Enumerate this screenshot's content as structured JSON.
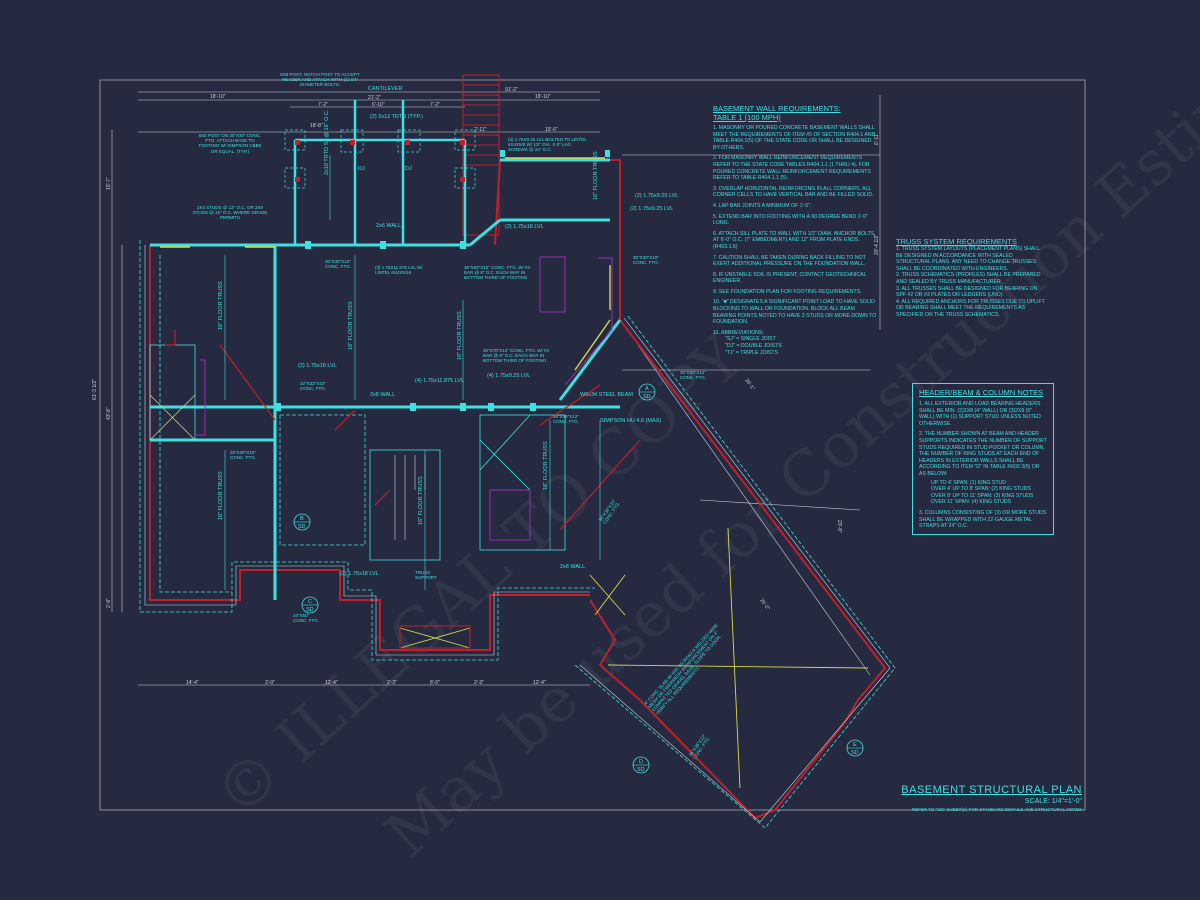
{
  "drawing_title": "BASEMENT STRUCTURAL PLAN",
  "scale": "SCALE: 1/4\"=1'-0\"",
  "reference_note": "REFER TO \"SD\" SHEET(S) FOR STANDARD DETAILS AND STRUCTURAL NOTES",
  "watermark": [
    "© ILLEGAL TO COPY",
    "May be used for Construction Estimation"
  ],
  "wall_notes": {
    "title": "BASEMENT WALL REQUIREMENTS:",
    "subtitle": "TABLE 1 (100 MPH)",
    "items": [
      "1. MASONRY OR POURED CONCRETE BASEMENT WALLS SHALL MEET THE REQUIREMENTS OF ITEM #5 OF SECTION R404.1 AND TABLE R404.1(5) OF THE STATE CODE OR SHALL BE DESIGNED BY OTHERS.",
      "2. FOR MASONRY WALL REINFORCEMENT REQUIREMENTS REFER TO THE STATE CODE TABLES R404.1.1 (1 THRU 4). FOR POURED CONCRETE WALL REINFORCEMENT REQUIREMENTS REFER TO TABLE R404.1.1 (5).",
      "3. OVERLAP HORIZONTAL REINFORCING IN ALL CORNERS. ALL CORNER CELLS TO HAVE VERTICAL BAR AND BE FILLED SOLID.",
      "4. LAP BAR JOINTS A MINIMUM OF 1'-6\".",
      "5. EXTEND BAR INTO FOOTING WITH A 90 DEGREE BEND 1'-0\" LONG.",
      "6. ATTACH SILL PLATE TO WALL WITH 1/2\" DIAM. ANCHOR BOLTS AT 6'-0\" O.C. (7\" EMBEDMENT) AND 12\" FROM PLATE ENDS. (R403.1.6)",
      "7. CAUTION SHALL BE TAKEN DURING BACK FILLING TO NOT EXERT ADDITIONAL PRESSURE ON THE FOUNDATION WALL.",
      "8. IF UNSTABLE SOIL IS PRESENT, CONTACT GEOTECHNICAL ENGINEER.",
      "9. SEE FOUNDATION PLAN FOR FOOTING REQUIREMENTS.",
      "10. \"■\" DESIGNATES A SIGNIFICANT POINT LOAD TO HAVE SOLID BLOCKING TO WALL OR FOUNDATION. BLOCK ALL BEAM BEARING POINTS NOTED TO HAVE 3 STUDS OR MORE DOWN TO FOUNDATION.",
      "11. ABBREVIATIONS:"
    ],
    "abbreviations": [
      "\"SJ\" = SINGLE JOIST",
      "\"DJ\" = DOUBLE JOISTS",
      "\"TJ\" = TRIPLE JOISTS"
    ]
  },
  "truss_notes": {
    "title": "TRUSS SYSTEM REQUIREMENTS",
    "items": [
      "1. TRUSS SYSTEM LAYOUTS (PLACEMENT PLANS) SHALL BE DESIGNED IN ACCORDANCE WITH SEALED STRUCTURAL PLANS. ANY NEED TO CHANGE TRUSSES SHALL BE COORDINATED WITH ENGINEERS.",
      "2. TRUSS SCHEMATICS (PROFILES) SHALL BE PREPARED AND SEALED BY TRUSS MANUFACTURER.",
      "3. ALL TRUSSES SHALL BE DESIGNED FOR BEARING ON SPF #2 OR #3 PLATES OR LEDGERS (UNO).",
      "4. ALL REQUIRED ANCHORS FOR TRUSSES DUE TO UPLIFT OR BEARING SHALL MEET THE REQUIREMENTS AS SPECIFIED ON THE TRUSS SCHEMATICS."
    ]
  },
  "header_notes": {
    "title": "HEADER/BEAM & COLUMN NOTES",
    "items": [
      "1. ALL EXTERIOR AND LOAD BEARING HEADERS SHALL BE MIN. (2)2x8 (4\" WALL) OR (3)2x8 (6\" WALL) WITH (1) SUPPORT STUD UNLESS NOTED OTHERWISE.",
      "2. THE NUMBER SHOWN AT BEAM AND HEADER SUPPORTS INDICATES THE NUMBER OF SUPPORT STUDS REQUIRED IN STUD POCKET OR COLUMN. THE NUMBER OF KING STUDS AT EACH END OF HEADERS IN EXTERIOR WALLS SHALL BE ACCORDING TO ITEM \"d\" IN TABLE R602.3(5) OR AS BELOW:"
    ],
    "bullets": [
      "UP TO 4' SPAN: (1) KING STUD",
      "OVER 4' UP TO 8' SPAN: (2) KING STUDS",
      "OVER 8' UP TO 11' SPAN: (3) KING STUDS",
      "OVER 11' SPAN: (4) KING STUDS"
    ],
    "item3": "3. COLUMNS CONSISTING OF (3) OR MORE STUDS SHALL BE WRAPPED WITH 22-GAUGE METAL STRAPS AT 24\" O.C."
  },
  "dimensions": {
    "top": [
      "18'-10\"",
      "91'-2\"",
      "18'-10\"",
      "21'-2\"",
      "7'-2\"",
      "6'-10\"",
      "7'-2\"",
      "15'-6\"",
      "2'-11\"",
      "18'-8\""
    ],
    "bottom": [
      "14'-4\"",
      "3'-0\"",
      "12'-4\"",
      "2'-3\"",
      "8'-0\"",
      "2'-3\"",
      "12'-4\""
    ],
    "left": [
      "15'-7\"",
      "43'-8\"",
      "61'-3 1/2\"",
      "2'-6\""
    ],
    "right": [
      "6'-11\"",
      "20'-4 1/2\""
    ],
    "garage": [
      "23'-8\"",
      "25'-2\"",
      "26'-1\""
    ]
  },
  "labels": [
    "8x8 POST, NOTCH POST TO ACCEPT HEADER AND ATTACH WITH (2) 3/4\" DIAMETER BOLTS.",
    "CANTILEVER",
    "(2) 2x12 TRTD (TYP.)",
    "8x8 POST ON 30\"x30\" CONC. FTG. ATTACH BASE TO FOOTING w/ SIMPSON CBB8 OR EQUAL. (TYP.)",
    "2x4 STUDS @ 12\" O.C. OR 2x6 STUDS @ 16\" O.C. WHERE GRADE PERMITS",
    "2x6 WALL",
    "(3) 1.75x9.25 LVL BOLTED TO LINTEL 6x4x5/8 w/ 1/2\" DIA. x 5\" LAG SCREWS @ 24\" O.C.",
    "(2) 1.75x9.25 LVL",
    "(2) 1.75x18 LVL",
    "30\"x30\"x10\" CONC. FTG.",
    "(3) 1.75x11.875 LVL w/ LINTEL 6x4x5/16",
    "36\"x60\"x12\" CONC. FTG. w/ #4 BAR @ 8\" O.C. EACH WAY IN BOTTOM THIRD OF FOOTING",
    "30\"x30\"x10\" CONC. FTG.",
    "(2) 1.75x18 LVL",
    "32\"x32\"x10\" CONC. FTG.",
    "2x8 WALL",
    "(4) 1.75x11.875 LVL",
    "36\"x70\"x12\" CONC. FTG. w/ #4 BAR @ 8\" O.C. EACH WAY IN BOTTOM THIRD OF FOOTING",
    "(4) 1.75x9.25 LVL",
    "W6x34 STEEL BEAM",
    "SIMPSON HU 4.6 (MAX)",
    "36\"x36\"x12\" CONC. FTG.",
    "30\"x30\"x10\" CONC. FTG.",
    "(2) 1.75x18 LVL",
    "TRUSS SUPPORT",
    "24\"x50\" CONC. FTG.",
    "30\"x30\"x12\" CONC. FTG.",
    "4\" CONC. SLAB W/ 6x6 W2.9xW2.9 WELDED WIRE MESH OR FIBERMESH REINFORCEMENT ON 4\" COMPACTED GRAVEL BASE. SLOPE TO DOOR. VERIFY ALL REQUIREMENTS.",
    "2x6 WALL",
    "(2) 1.75x9.25 LVL",
    "30\"x30\"x10\" CONC. FTG.",
    "36\"x36\"x12\" CONC. FTG."
  ],
  "floor_truss_labels": [
    "16\" FLOOR TRUSS",
    "18\" FLOOR TRUSS",
    "16\" FLOOR TRUSS",
    "16\" FLOOR TRUSS",
    "16\" FLOOR TRUSS",
    "16\" FLOOR TRUSS",
    "16\" FLOOR TRUSS",
    "2x10 TRTD SJ @ 16\" O.C."
  ],
  "joist_tags": [
    "DJ",
    "DJ"
  ],
  "section_markers": [
    {
      "num": "A",
      "sheet": "SD"
    },
    {
      "num": "B",
      "sheet": "SD"
    },
    {
      "num": "C",
      "sheet": "SD"
    },
    {
      "num": "D",
      "sheet": "SD"
    },
    {
      "num": "E",
      "sheet": "SD"
    }
  ],
  "colors": {
    "background": "#252a40",
    "cyan": "#3fe0e0",
    "red": "#c0202c",
    "yellow": "#d8d84a",
    "magenta": "#a030c0",
    "white": "#cfd3dc"
  }
}
